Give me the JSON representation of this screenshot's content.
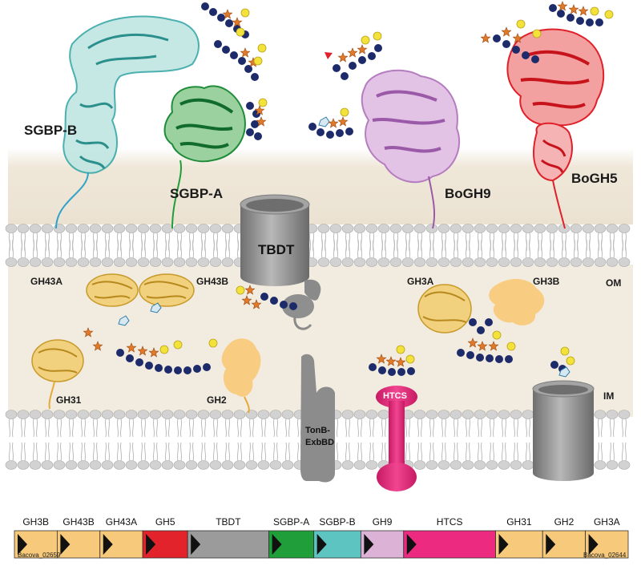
{
  "proteins": {
    "sgbp_b": "SGBP-B",
    "sgbp_a": "SGBP-A",
    "bogh9": "BoGH9",
    "bogh5": "BoGH5",
    "tbdt": "TBDT",
    "gh43a": "GH43A",
    "gh43b": "GH43B",
    "gh3a": "GH3A",
    "gh3b": "GH3B",
    "gh31": "GH31",
    "gh2": "GH2",
    "tonb": "TonB-\nExbBD",
    "htcs": "HTCS"
  },
  "membranes": {
    "outer": "OM",
    "inner": "IM"
  },
  "gene_locus": {
    "genes": [
      {
        "name": "GH3B",
        "color": "#f7c97a"
      },
      {
        "name": "GH43B",
        "color": "#f7c97a"
      },
      {
        "name": "GH43A",
        "color": "#f7c97a"
      },
      {
        "name": "GH5",
        "color": "#e3232b"
      },
      {
        "name": "TBDT",
        "color": "#9b9b9b"
      },
      {
        "name": "SGBP-A",
        "color": "#1f9e3a"
      },
      {
        "name": "SGBP-B",
        "color": "#5ec4c1"
      },
      {
        "name": "GH9",
        "color": "#dcb2d6"
      },
      {
        "name": "HTCS",
        "color": "#ec2a7f"
      },
      {
        "name": "GH31",
        "color": "#f7c97a"
      },
      {
        "name": "GH2",
        "color": "#f7c97a"
      },
      {
        "name": "GH3A",
        "color": "#f7c97a"
      }
    ],
    "start_tag": "Bacova_02659",
    "end_tag": "Bacova_02644"
  },
  "colors": {
    "periplasm": "#f1ebde",
    "lipid_head": "#d2d2d2",
    "tbdt": "#8f8f8f",
    "htcs": "#ec2a7f",
    "glucose": "#1d2b6b",
    "xylose": "#e07a2a",
    "galactose": "#f3e23a",
    "sgbp_b": "#3aa8a8",
    "sgbp_a": "#1f8c3a",
    "bogh9": "#b57dbf",
    "bogh5": "#e0202a",
    "enzyme": "#e8b84a"
  }
}
